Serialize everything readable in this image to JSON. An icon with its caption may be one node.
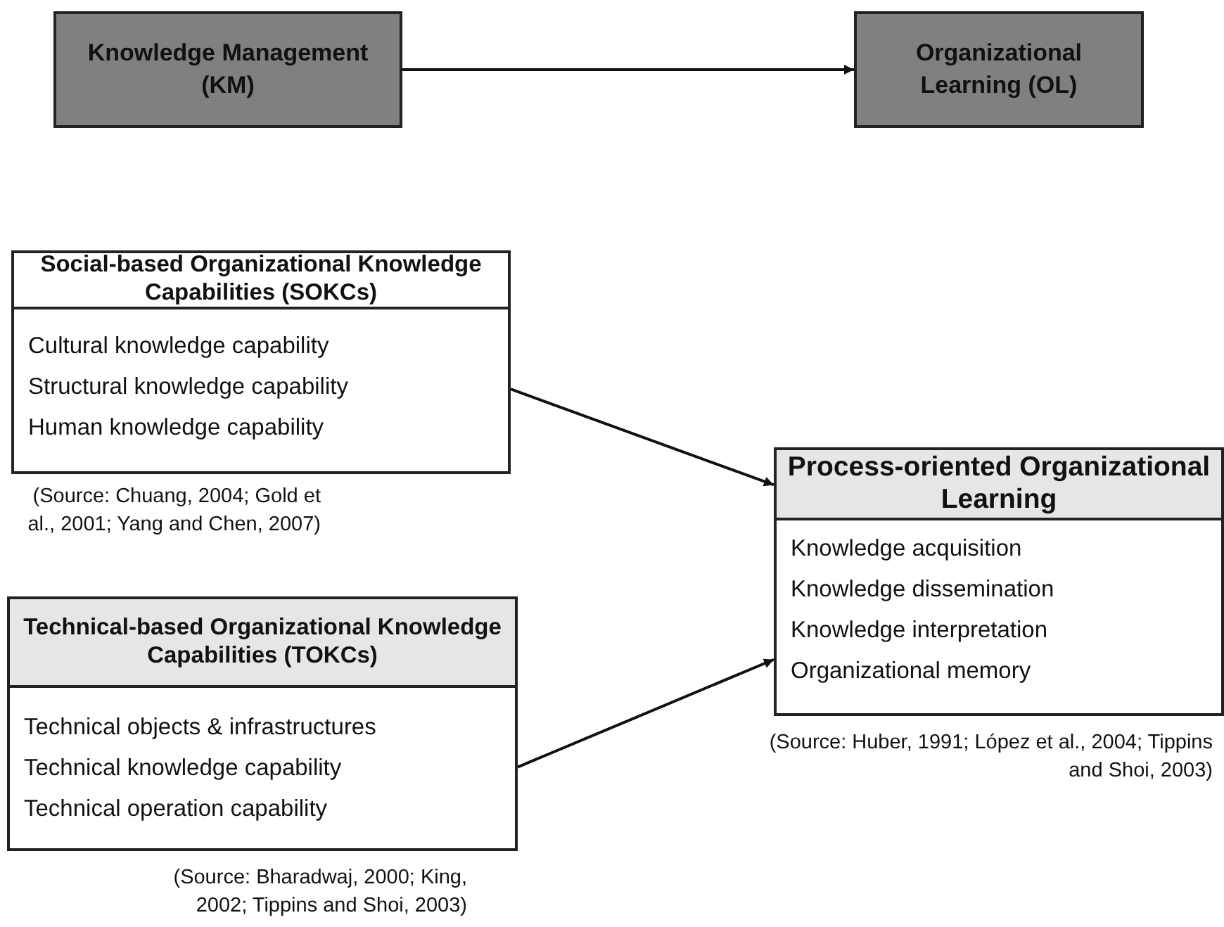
{
  "diagram": {
    "nodes": [
      {
        "text": [
          "Knowledge Management (KM)"
        ]
      },
      {
        "text": [
          "Organizational Learning (OL)"
        ]
      },
      {
        "text": [
          "Social-based Organizational Knowledge Capabilities (SOKCs)",
          "Cultural knowledge capability",
          "Structural knowledge capability",
          "Human knowledge capability"
        ],
        "beside": [
          "(Source: Chuang, 2004; Gold et al., 2001; Yang and Chen, 2007)"
        ]
      },
      {
        "text": [
          "Technical-based Organizational Knowledge Capabilities (TOKCs)",
          "Technical objects & infrastructures",
          "Technical knowledge capability",
          "Technical operation capability"
        ],
        "beside": [
          "(Source: Bharadwaj, 2000; King, 2002; Tippins and Shoi, 2003)"
        ]
      },
      {
        "text": [
          "Process-oriented Organizational Learning",
          "Knowledge acquisition",
          "Knowledge dissemination",
          "Knowledge interpretation",
          "Organizational memory"
        ],
        "beside": [
          "(Source: Huber, 1991; López et al., 2004; Tippins and Shoi, 2003)"
        ]
      }
    ],
    "edges": [
      {
        "from": 0,
        "to": 1,
        "arrow": "to"
      },
      {
        "from": 2,
        "to": 4,
        "arrow": "to"
      },
      {
        "from": 3,
        "to": 4,
        "arrow": "to"
      }
    ]
  }
}
